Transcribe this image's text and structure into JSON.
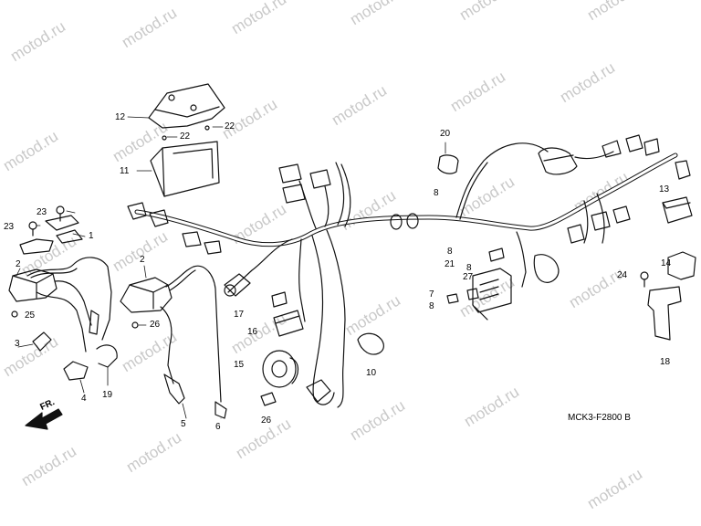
{
  "watermark": "motod.ru",
  "diagram_code": "MCK3-F2800 B",
  "direction_label": "FR.",
  "callouts": [
    {
      "id": "c12",
      "text": "12"
    },
    {
      "id": "c22a",
      "text": "22"
    },
    {
      "id": "c22b",
      "text": "22"
    },
    {
      "id": "c11",
      "text": "11"
    },
    {
      "id": "c23a",
      "text": "23"
    },
    {
      "id": "c23b",
      "text": "23"
    },
    {
      "id": "c1",
      "text": "1"
    },
    {
      "id": "c2a",
      "text": "2"
    },
    {
      "id": "c2b",
      "text": "2"
    },
    {
      "id": "c25",
      "text": "25"
    },
    {
      "id": "c3",
      "text": "3"
    },
    {
      "id": "c26a",
      "text": "26"
    },
    {
      "id": "c4",
      "text": "4"
    },
    {
      "id": "c19",
      "text": "19"
    },
    {
      "id": "c5",
      "text": "5"
    },
    {
      "id": "c6",
      "text": "6"
    },
    {
      "id": "c17",
      "text": "17"
    },
    {
      "id": "c16",
      "text": "16"
    },
    {
      "id": "c15",
      "text": "15"
    },
    {
      "id": "c26b",
      "text": "26"
    },
    {
      "id": "c10",
      "text": "10"
    },
    {
      "id": "c20",
      "text": "20"
    },
    {
      "id": "c8a",
      "text": "8"
    },
    {
      "id": "c8b",
      "text": "8"
    },
    {
      "id": "c21",
      "text": "21"
    },
    {
      "id": "c8c",
      "text": "8"
    },
    {
      "id": "c27",
      "text": "27"
    },
    {
      "id": "c7",
      "text": "7"
    },
    {
      "id": "c8d",
      "text": "8"
    },
    {
      "id": "c13",
      "text": "13"
    },
    {
      "id": "c14",
      "text": "14"
    },
    {
      "id": "c24",
      "text": "24"
    },
    {
      "id": "c18",
      "text": "18"
    }
  ]
}
